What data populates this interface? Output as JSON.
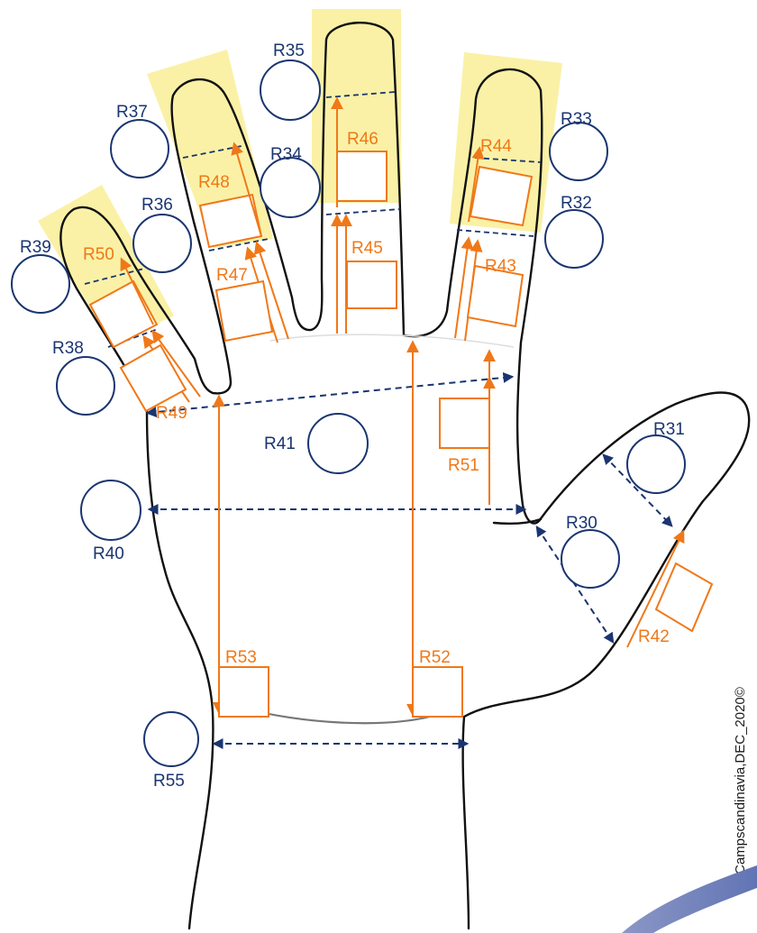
{
  "measurement_labels": {
    "R30": "R30",
    "R31": "R31",
    "R32": "R32",
    "R33": "R33",
    "R34": "R34",
    "R35": "R35",
    "R36": "R36",
    "R37": "R37",
    "R38": "R38",
    "R39": "R39",
    "R40": "R40",
    "R41": "R41",
    "R42": "R42",
    "R43": "R43",
    "R44": "R44",
    "R45": "R45",
    "R46": "R46",
    "R47": "R47",
    "R48": "R48",
    "R49": "R49",
    "R50": "R50",
    "R51": "R51",
    "R52": "R52",
    "R53": "R53",
    "R55": "R55"
  },
  "credit": "Campscandinavia,DEC_2020©",
  "colors": {
    "circumference": "#1a3570",
    "length": "#f07818",
    "fingertip_highlight": "#faf1a6",
    "outline": "#111111"
  }
}
